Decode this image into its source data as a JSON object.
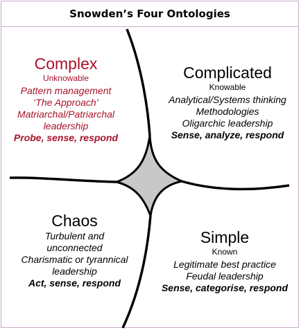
{
  "title": "Snowden’s Four Ontologies",
  "colors": {
    "complex": "#a8122a",
    "text": "#000000",
    "center_fill": "#c8c8c8",
    "border": "#c9a9c9"
  },
  "quadrants": {
    "complex": {
      "heading": "Complex",
      "subtitle": "Unknowable",
      "lines": [
        "Pattern management",
        "‘The Approach’",
        "Matriarchal/Patriarchal",
        "leadership"
      ],
      "action": "Probe, sense, respond"
    },
    "complicated": {
      "heading": "Complicated",
      "subtitle": "Knowable",
      "lines": [
        "Analytical/Systems thinking",
        "Methodologies",
        "Oligarchic leadership"
      ],
      "action": "Sense, analyze, respond"
    },
    "chaos": {
      "heading": "Chaos",
      "subtitle": "",
      "lines": [
        "Turbulent and unconnected",
        "Charismatic or tyrannical",
        "leadership"
      ],
      "action": "Act, sense, respond"
    },
    "simple": {
      "heading": "Simple",
      "subtitle": "Known",
      "lines": [
        "Legitimate best practice",
        "Feudal leadership"
      ],
      "action": "Sense, categorise, respond"
    }
  }
}
